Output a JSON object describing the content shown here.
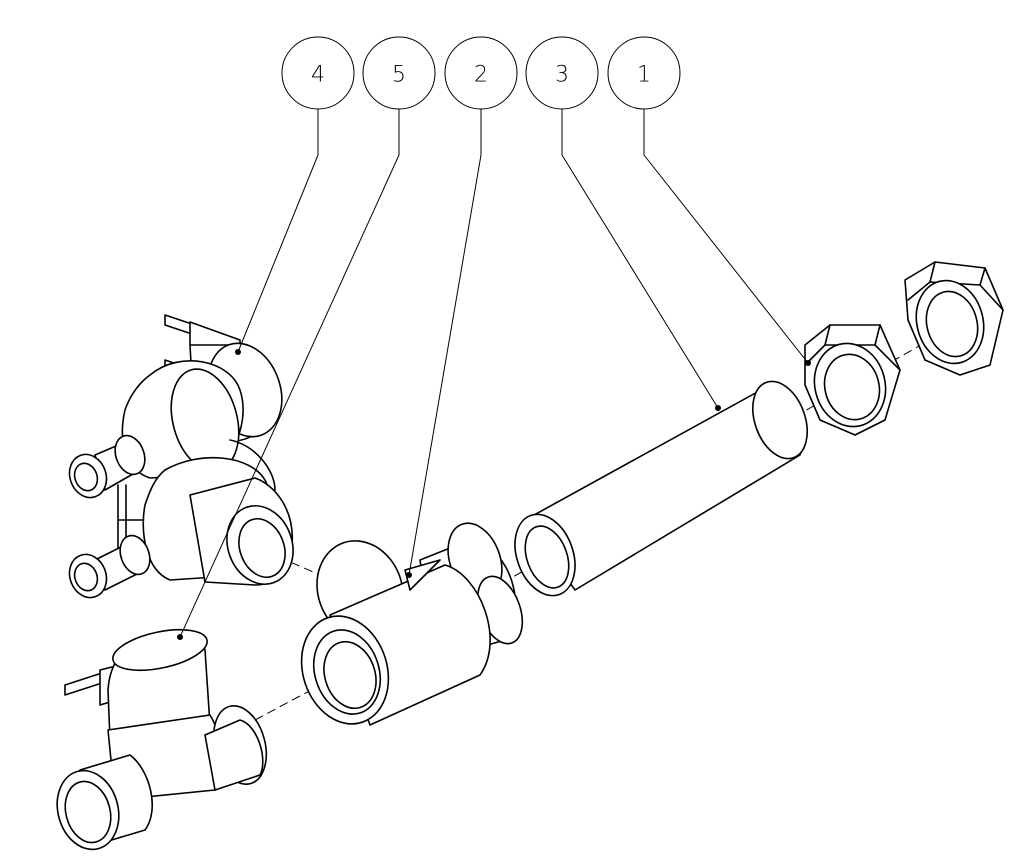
{
  "balloons": [
    {
      "label": "4"
    },
    {
      "label": "5"
    },
    {
      "label": "2"
    },
    {
      "label": "3"
    },
    {
      "label": "1"
    }
  ]
}
